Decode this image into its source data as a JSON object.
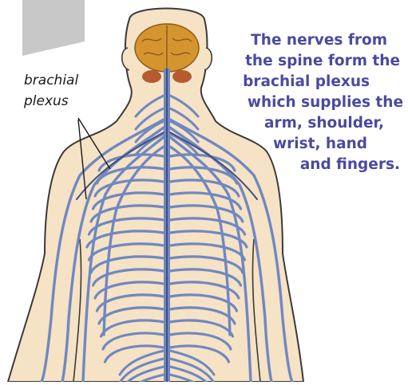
{
  "labels": {
    "brachial_label": [
      "brachial",
      "plexus"
    ],
    "caption_lines": [
      "The nerves from",
      "the spine form the",
      "brachial plexus",
      "which supplies the",
      "arm, shoulder,",
      "wrist, hand",
      "and fingers."
    ]
  },
  "colors": {
    "skin": "#f6e2c4",
    "outline": "#3a3a3a",
    "nerve": "#6f88c2",
    "nerve_dark": "#3f4f7f",
    "brain": "#d4952f",
    "cerebellum": "#b85a2e",
    "corner_tab": "#c8c8c8",
    "caption_text": "#4a4aa0"
  }
}
